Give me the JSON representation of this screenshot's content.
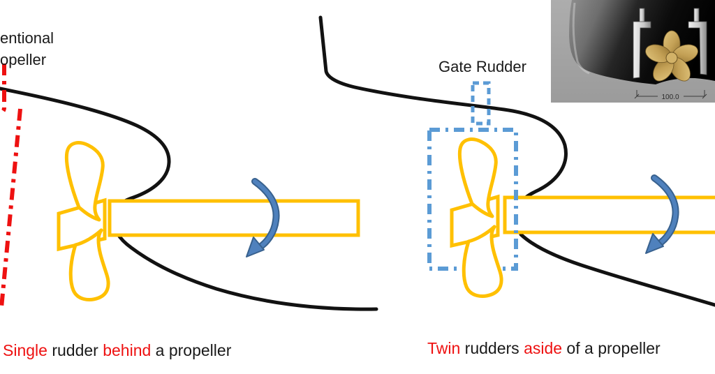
{
  "slide": {
    "left_panel": {
      "cropped_label_line1": "entional",
      "cropped_label_line2": "opeller",
      "caption": {
        "seg1": "Single",
        "seg2": " rudder ",
        "seg3": "behind",
        "seg4": " a propeller"
      }
    },
    "right_panel": {
      "gate_rudder_label": "Gate Rudder",
      "caption": {
        "seg1": "Twin",
        "seg2": " rudders ",
        "seg3": "aside",
        "seg4": " of a propeller"
      }
    },
    "photo": {
      "dimension_label": "100.0"
    },
    "colors": {
      "propeller_gold": "#FFC000",
      "rudder_red": "#EE1111",
      "gate_rudder_blue": "#5B9BD5",
      "arrow_fill_blue": "#4F81BD",
      "arrow_edge_blue": "#38618E",
      "hull_black": "#121212",
      "caption_text": "#1A1A1A",
      "photo_background": "#A6A6A6"
    }
  }
}
